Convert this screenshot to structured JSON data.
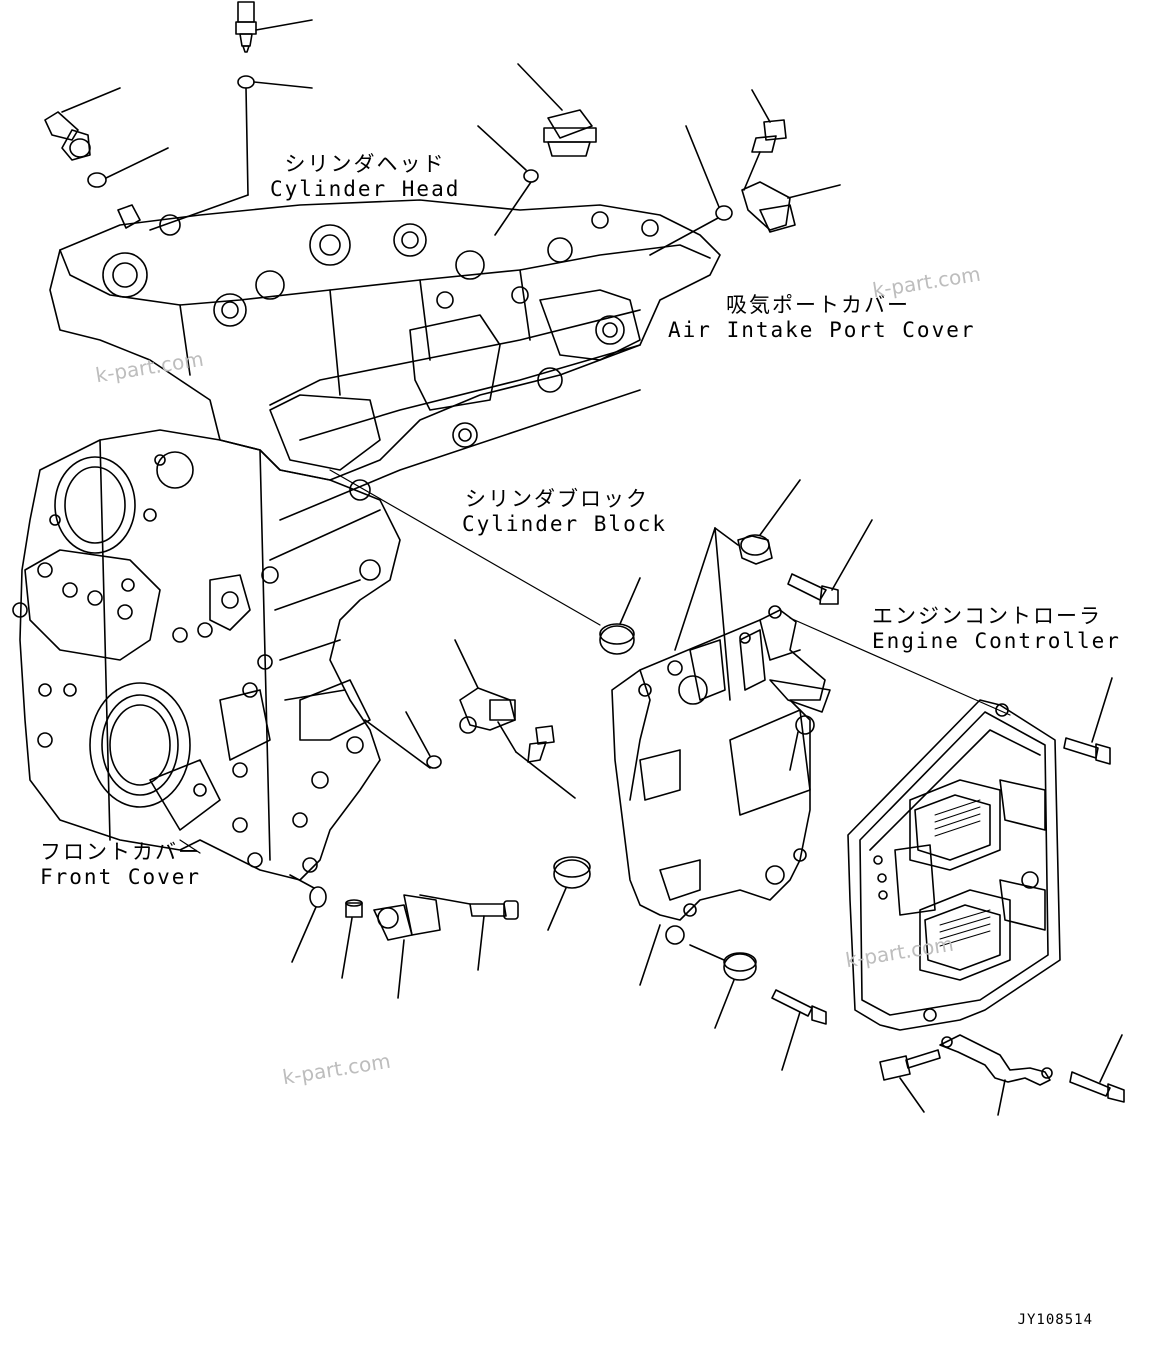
{
  "labels": {
    "cylinder_head": {
      "jp": "シリンダヘッド",
      "en": "Cylinder Head"
    },
    "air_intake_port_cover": {
      "jp": "吸気ポートカバー",
      "en": "Air Intake Port Cover"
    },
    "cylinder_block": {
      "jp": "シリンダブロック",
      "en": "Cylinder Block"
    },
    "engine_controller": {
      "jp": "エンジンコントローラ",
      "en": "Engine Controller"
    },
    "front_cover": {
      "jp": "フロントカバー",
      "en": "Front Cover"
    }
  },
  "watermarks": [
    "k-part.com",
    "k-part.com",
    "k-part.com",
    "k-part.com"
  ],
  "drawing_code": "JY108514",
  "colors": {
    "line": "#000000",
    "watermark": "#bdbdbd",
    "background": "#ffffff"
  }
}
